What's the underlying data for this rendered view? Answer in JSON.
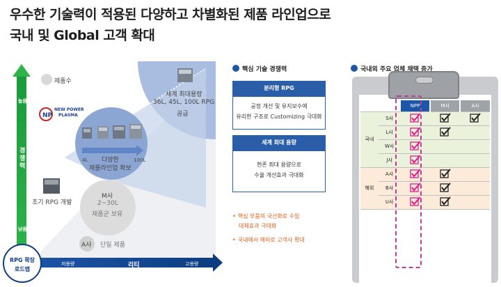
{
  "headline": {
    "line1": "우수한 기술력이 적용된 다양하고 차별화된 제품 라인업으로",
    "line2": "국내 및 Global 고객 확대"
  },
  "roadmap": {
    "legend_product_count": "제품수",
    "logo_text_line1": "NEW POWER",
    "logo_text_line2": "PLASMA",
    "y_axis_label": "경쟁력",
    "y_high": "높음",
    "y_low": "낮음",
    "x_axis_label": "리티",
    "x_low": "저용량",
    "x_high": "고용량",
    "badge_line1": "RPG 확장",
    "badge_line2": "로드맵",
    "stage1_label": "초기 RPG 개발",
    "stage2_title": "M사",
    "stage2_line1": "2~30L",
    "stage2_line2": "제품군 보유",
    "stage3_title": "A사",
    "stage3_label": "단일 제품",
    "range_min": "4L",
    "range_max": "100L",
    "lineup_line1": "다양한",
    "lineup_line2": "제품라인업 확보",
    "top_line1": "세계 최대용량",
    "top_line2": "36L, 45L, 100L RPG",
    "top_line3": "공급"
  },
  "core_tech": {
    "title": "핵심 기술 경쟁력",
    "card1_head": "분리형 RPG",
    "card1_line1": "공정 개선 및 유지보수에",
    "card1_line2": "유리한 구조로 Customizing 극대화",
    "card2_head": "세계 최대 용량",
    "card2_line1": "현존 최대 용량으로",
    "card2_line2": "수율 개선효과 극대화",
    "note1_line1": "핵심 부품의 국산화로 수입",
    "note1_line2": "대체효과 극대화",
    "note2": "국내에서 해외로 고객사 확대"
  },
  "adoption": {
    "title": "국내외 주요 업체 채택 증가",
    "columns": [
      "NPP",
      "M사",
      "A사"
    ],
    "region_domestic": "국내",
    "region_overseas": "해외",
    "rows": [
      {
        "company": "S사",
        "region": "kr",
        "npp": true,
        "m": true,
        "a": true
      },
      {
        "company": "L사",
        "region": "kr",
        "npp": true,
        "m": true,
        "a": false
      },
      {
        "company": "W사",
        "region": "kr",
        "npp": true,
        "m": false,
        "a": false
      },
      {
        "company": "J사",
        "region": "kr",
        "npp": true,
        "m": false,
        "a": false
      },
      {
        "company": "A사",
        "region": "ov",
        "npp": true,
        "m": true,
        "a": false
      },
      {
        "company": "B사",
        "region": "ov",
        "npp": true,
        "m": true,
        "a": false
      },
      {
        "company": "U사",
        "region": "ov",
        "npp": true,
        "m": true,
        "a": false
      }
    ],
    "colors": {
      "npp_check": "#e0178a",
      "comp_check": "#222222"
    }
  }
}
